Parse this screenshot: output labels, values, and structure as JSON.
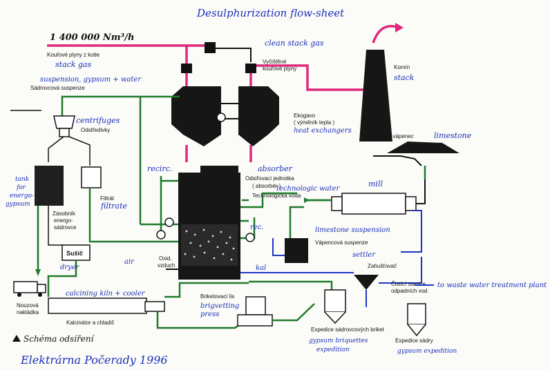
{
  "title": "Desulphurization flow-sheet",
  "caption": "Schéma odsíření",
  "footer": "Elektrárna Počerady 1996",
  "colors": {
    "flue_gas": "#e0287a",
    "green_lines": "#1f7a2b",
    "handwriting": "#1a2fb8",
    "equipment": "#111111"
  },
  "labels": {
    "flow_rate": "1 400 000 Nm³/h",
    "stack_gas_cz": "Kouřové plyny z kotle",
    "stack_gas_en": "stack gas",
    "clean_gas_en": "clean stack gas",
    "clean_gas_cz_1": "Vyčištěné",
    "clean_gas_cz_2": "kouřové plyny",
    "stack_cz": "Komín",
    "stack_en": "stack",
    "suspension_en": "suspension, gypsum + water",
    "suspension_cz": "Sádrovcová suspenze",
    "centrifuges_en": "centrifuges",
    "centrifuges_cz": "Odstředivky",
    "heat_ex_cz_1": "Ekogavo",
    "heat_ex_cz_2": "( výměník tepla )",
    "heat_ex_en": "heat exchangers",
    "lump_lime_cz": "Kusový vápenec",
    "limestone_en": "limestone",
    "tank_en_1": "tank",
    "tank_en_2": "for",
    "tank_en_3": "energo-",
    "tank_en_4": "gypsum",
    "filtrate_cz": "Filtrát",
    "filtrate_en": "filtrate",
    "recirc_en": "recirc.",
    "absorber_en": "absorber",
    "absorber_cz_1": "Odsiřovací jednotka",
    "absorber_cz_2": "( absorbér )",
    "tech_water_en": "technologic water",
    "tech_water_cz": "Technologická voda",
    "mill_en": "mill",
    "storage_cz_1": "Zásobník",
    "storage_cz_2": "energo-",
    "storage_cz_3": "sádrovce",
    "rec_en": "rec.",
    "limestone_susp_en": "limestone suspension",
    "limestone_susp_cz": "Vápencová suspenze",
    "dryer_cz": "Sušič",
    "dryer_en": "dryer",
    "air_en": "air",
    "air_cz_1": "Oxid.",
    "air_cz_2": "vzduch",
    "kal_en": "kal",
    "settler_en": "settler",
    "thickener_cz": "Zahušťovač",
    "wwtp_cz_1": "Čistící stanice",
    "wwtp_cz_2": "odpadních vod",
    "wwtp_en": "to waste water treatment plant",
    "emergency_cz_1": "Nouzová",
    "emergency_cz_2": "nakládka",
    "kiln_en": "calcining kiln + cooler",
    "kiln_cz": "Kalcinátor a chladič",
    "briquet_cz": "Briketovací lis",
    "briquet_en_1": "brigvetting",
    "briquet_en_2": "press",
    "gyp_brick_cz": "Expedice sádrovcových briket",
    "gyp_brick_en_1": "gypsum briquettes",
    "gyp_brick_en_2": "expedition",
    "gyp_exp_cz": "Expedice sádry",
    "gyp_exp_en": "gypsum expedition"
  }
}
